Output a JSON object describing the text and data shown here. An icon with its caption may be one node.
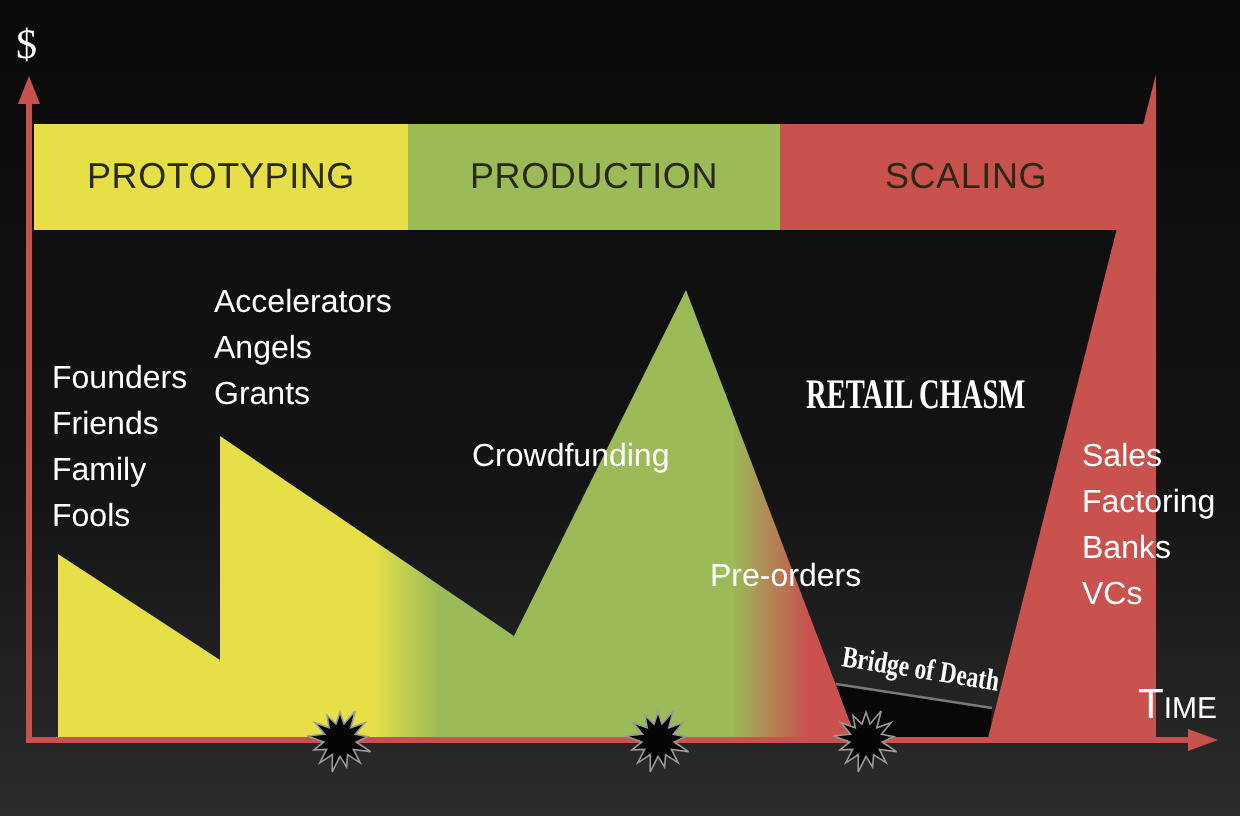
{
  "diagram": {
    "nodes": [
      {
        "text": [
          "PROTOTYPING"
        ]
      },
      {
        "text": [
          "PRODUCTION"
        ]
      },
      {
        "text": [
          "SCALING"
        ]
      },
      {
        "text": [
          "Founders Friends Family Fools"
        ]
      },
      {
        "text": [
          "Accelerators Angels Grants"
        ]
      },
      {
        "text": [
          "Crowdfunding",
          "Pre-orders"
        ]
      },
      {
        "text": [
          "Bridge of Death"
        ]
      },
      {
        "text": [
          "Sales Factoring Banks VCs"
        ]
      }
    ],
    "labels": [
      "$",
      "RETAIL CHASM",
      "TIME"
    ]
  }
}
